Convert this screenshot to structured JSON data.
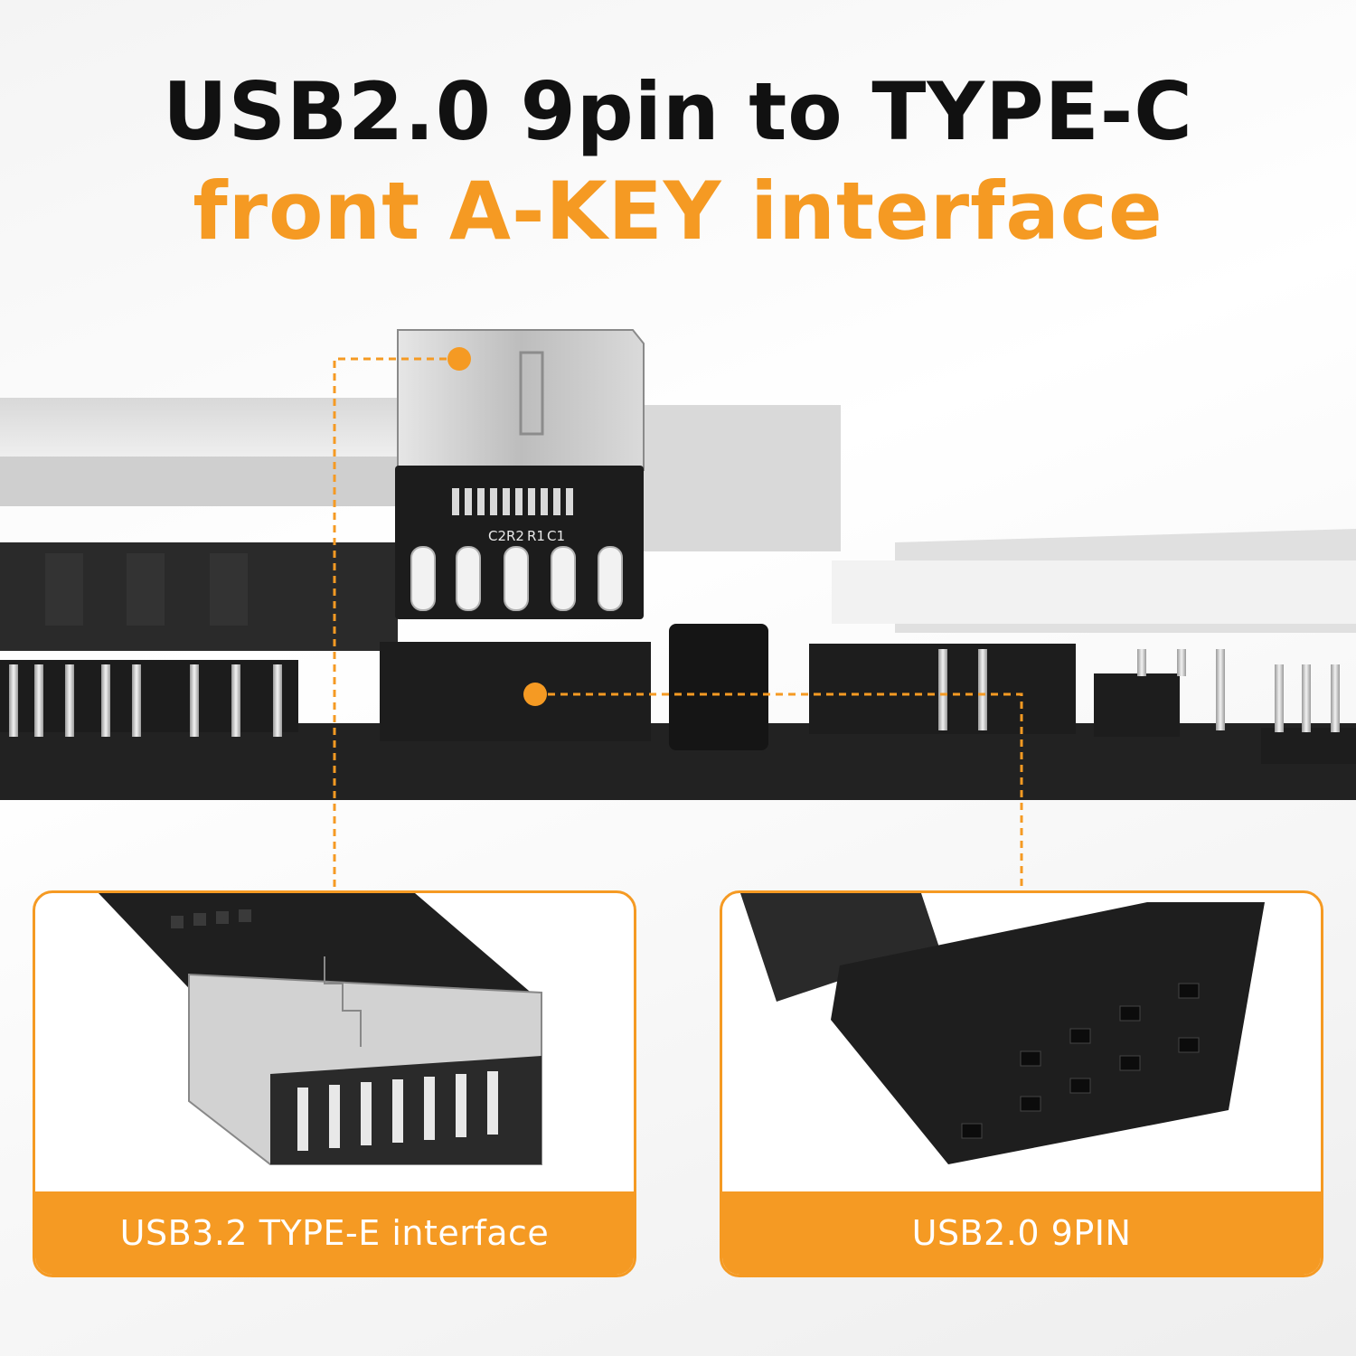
{
  "title": {
    "line1": "USB2.0 9pin to TYPE-C",
    "line2": "front A-KEY interface"
  },
  "panels": {
    "left_caption": "USB3.2 TYPE-E interface",
    "right_caption": "USB2.0 9PIN"
  },
  "pcb_silkscreen": [
    "C2",
    "R2",
    "R1",
    "C1"
  ],
  "colors": {
    "accent": "#f59a23",
    "title_dark": "#111111",
    "pcb_black": "#1c1c1c",
    "metal": "#c9c9c9"
  }
}
